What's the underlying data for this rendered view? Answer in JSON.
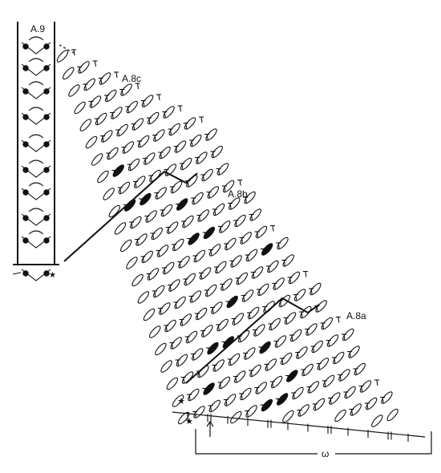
{
  "labels": {
    "a9": "A.9",
    "a8c": "A.8c",
    "a8b": "A.8b",
    "a8a": "A.8a",
    "repeat": "ω"
  },
  "symbols": {
    "star": "★",
    "arrow": "↑"
  }
}
